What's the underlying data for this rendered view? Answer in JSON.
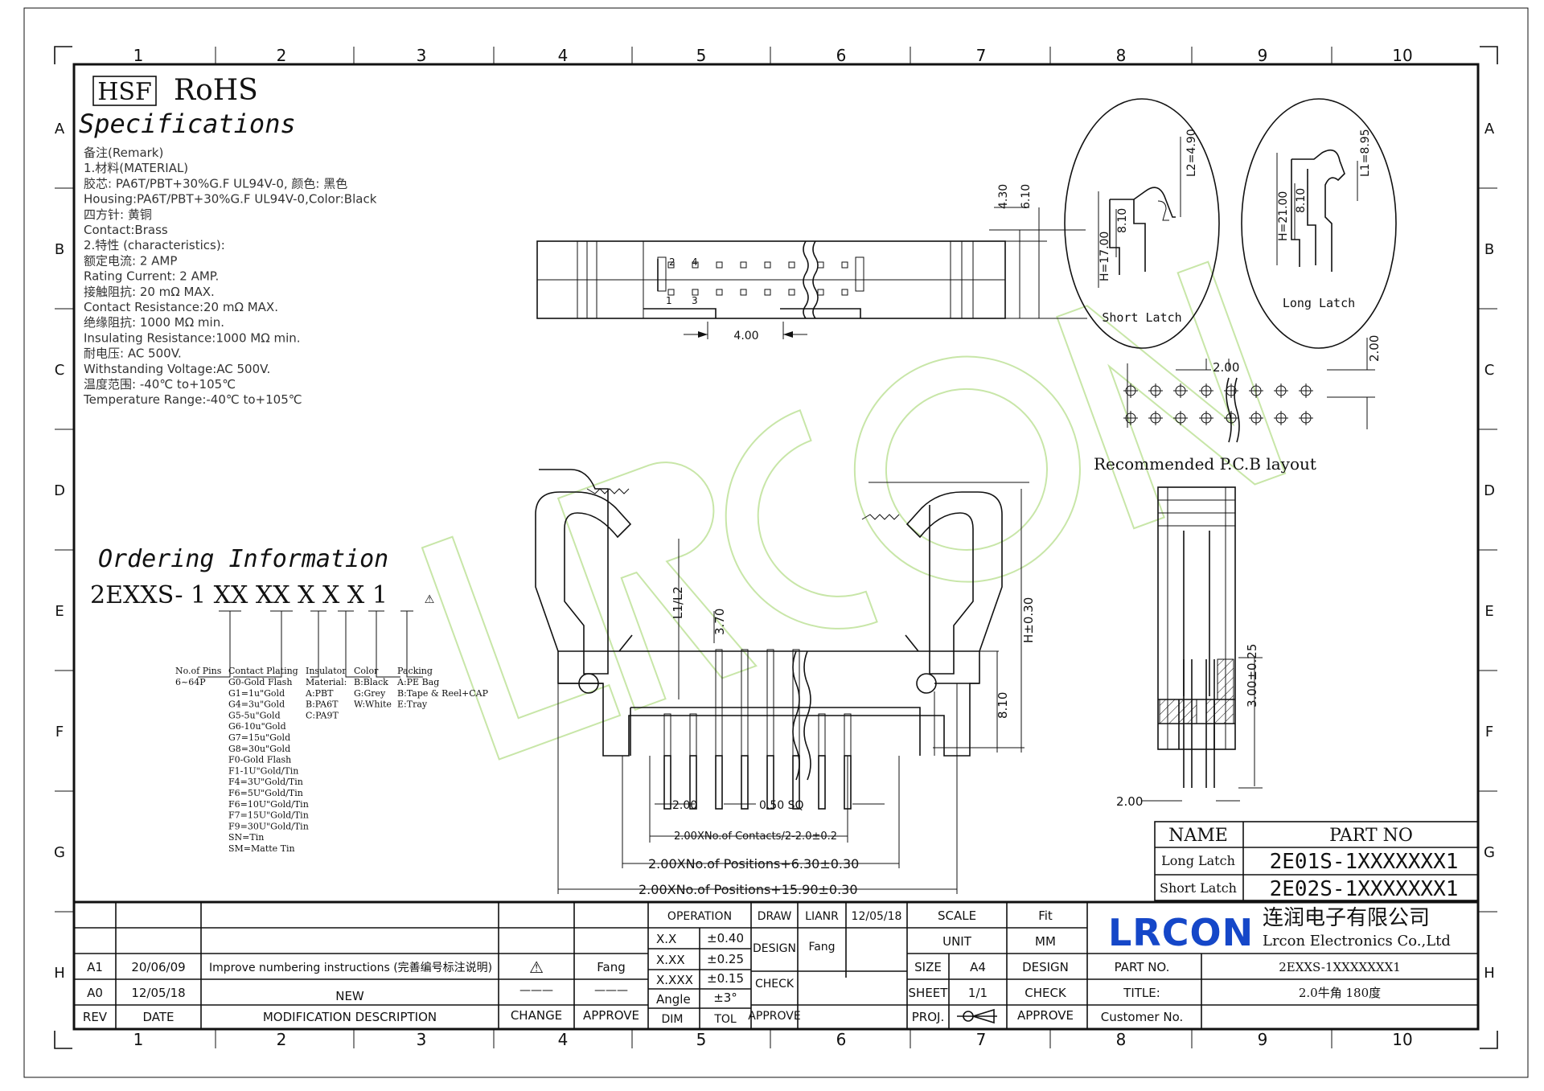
{
  "grid": {
    "cols": [
      "1",
      "2",
      "3",
      "4",
      "5",
      "6",
      "7",
      "8",
      "9",
      "10"
    ],
    "rows": [
      "A",
      "B",
      "C",
      "D",
      "E",
      "F",
      "G",
      "H"
    ]
  },
  "header": {
    "hsf": "HSF",
    "rohs": "RoHS",
    "spec_title": "Specifications"
  },
  "spec_lines": [
    "备注(Remark)",
    "1.材料(MATERIAL)",
    "胶芯: PA6T/PBT+30%G.F UL94V-0, 颜色: 黑色",
    "Housing:PA6T/PBT+30%G.F UL94V-0,Color:Black",
    "四方针: 黄铜",
    "Contact:Brass",
    "2.特性 (characteristics):",
    "额定电流: 2 AMP",
    "Rating Current: 2 AMP.",
    "接触阻抗: 20 mΩ MAX.",
    "Contact Resistance:20 mΩ MAX.",
    "绝缘阻抗: 1000 MΩ min.",
    "Insulating Resistance:1000 MΩ min.",
    "耐电压: AC 500V.",
    "Withstanding Voltage:AC 500V.",
    "温度范围: -40℃ to+105℃",
    "Temperature Range:-40℃ to+105℃"
  ],
  "ordering": {
    "title": "Ordering Information",
    "code": "2EXXS- 1 XX XX X X X 1",
    "cols": [
      {
        "head": "No.of Pins",
        "lines": [
          "6~64P"
        ]
      },
      {
        "head": "Contact Plating",
        "lines": [
          "G0-Gold Flash",
          "G1=1u\"Gold",
          "G4=3u\"Gold",
          "G5-5u\"Gold",
          "G6-10u\"Gold",
          "G7=15u\"Gold",
          "G8=30u\"Gold",
          "F0-Gold Flash",
          "F1-1U\"Gold/Tin",
          "F4=3U\"Gold/Tin",
          "F6=5U\"Gold/Tin",
          "F6=10U\"Gold/Tin",
          "F7=15U\"Gold/Tin",
          "F9=30U\"Gold/Tin",
          "SN=Tin",
          "SM=Matte Tin"
        ]
      },
      {
        "head": "Insulator",
        "lines": [
          "Material:",
          "A:PBT",
          "B:PA6T",
          "C:PA9T"
        ]
      },
      {
        "head": "Color",
        "lines": [
          "B:Black",
          "G:Grey",
          "W:White"
        ]
      },
      {
        "head": "Packing",
        "lines": [
          "A:PE Bag",
          "B:Tape & Reel+CAP",
          "E:Tray"
        ]
      }
    ]
  },
  "top_view": {
    "pin2": "2",
    "pin4": "4",
    "pin1": "1",
    "pin3": "3",
    "dim_pitch": "4.00",
    "dim_h1": "4.30",
    "dim_h2": "6.10"
  },
  "latches": {
    "short": {
      "label": "Short Latch",
      "h": "H=17.00",
      "l2": "L2=4.90",
      "d": "8.10"
    },
    "long": {
      "label": "Long Latch",
      "h": "H=21.00",
      "l1": "L1=8.95",
      "d": "8.10"
    }
  },
  "pcb": {
    "title": "Recommended P.C.B layout",
    "pitch": "2.00",
    "row": "2.00"
  },
  "front": {
    "l1l2": "L1/L2",
    "d370": "3.70",
    "h": "H±0.30",
    "d810": "8.10",
    "p200": "2.00",
    "sq": "0.50 SQ",
    "contacts": "2.00XNo.of Contacts/2-2.0±0.2",
    "pos1": "2.00XNo.of Positions+6.30±0.30",
    "pos2": "2.00XNo.of Positions+15.90±0.30"
  },
  "side": {
    "d300": "3.00±0.25",
    "d200": "2.00"
  },
  "part_table": {
    "head_name": "NAME",
    "head_part": "PART NO",
    "rows": [
      {
        "name": "Long Latch",
        "part": "2E01S-1XXXXXXX1"
      },
      {
        "name": "Short Latch",
        "part": "2E02S-1XXXXXXX1"
      }
    ]
  },
  "revisions": {
    "rows": [
      {
        "rev": "A1",
        "date": "20/06/09",
        "desc": "Improve numbering instructions (完善编号标注说明)",
        "change": "⚠",
        "approve": "Fang"
      },
      {
        "rev": "A0",
        "date": "12/05/18",
        "desc": "NEW",
        "change": "———",
        "approve": "———"
      }
    ],
    "head": {
      "rev": "REV",
      "date": "DATE",
      "desc": "MODIFICATION DESCRIPTION",
      "change": "CHANGE",
      "approve": "APPROVE"
    }
  },
  "tolerance": {
    "operation": "OPERATION",
    "rows": [
      {
        "k": "X.X",
        "v": "±0.40"
      },
      {
        "k": "X.XX",
        "v": "±0.25"
      },
      {
        "k": "X.XXX",
        "v": "±0.15"
      },
      {
        "k": "Angle",
        "v": "±3°"
      }
    ],
    "dim": "DIM",
    "tol": "TOL"
  },
  "signoff": {
    "draw": "DRAW",
    "draw_by": "LIANR",
    "draw_date": "12/05/18",
    "design": "DESIGN",
    "design_by": "Fang",
    "check": "CHECK",
    "approve": "APPROVE"
  },
  "titleblock": {
    "scale": "SCALE",
    "scale_v": "Fit",
    "unit": "UNIT",
    "unit_v": "MM",
    "size": "SIZE",
    "size_v": "A4",
    "design": "DESIGN",
    "sheet": "SHEET",
    "sheet_v": "1/1",
    "check": "CHECK",
    "proj": "PROJ.",
    "approve": "APPROVE",
    "part_no": "PART NO.",
    "part_no_v": "2EXXS-1XXXXXXX1",
    "title": "TITLE:",
    "title_v": "2.0牛角 180度",
    "customer": "Customer No."
  },
  "company": {
    "logo": "LRCON",
    "cn": "连润电子有限公司",
    "en": "Lrcon Electronics Co.,Ltd",
    "color": "#1547c8"
  }
}
